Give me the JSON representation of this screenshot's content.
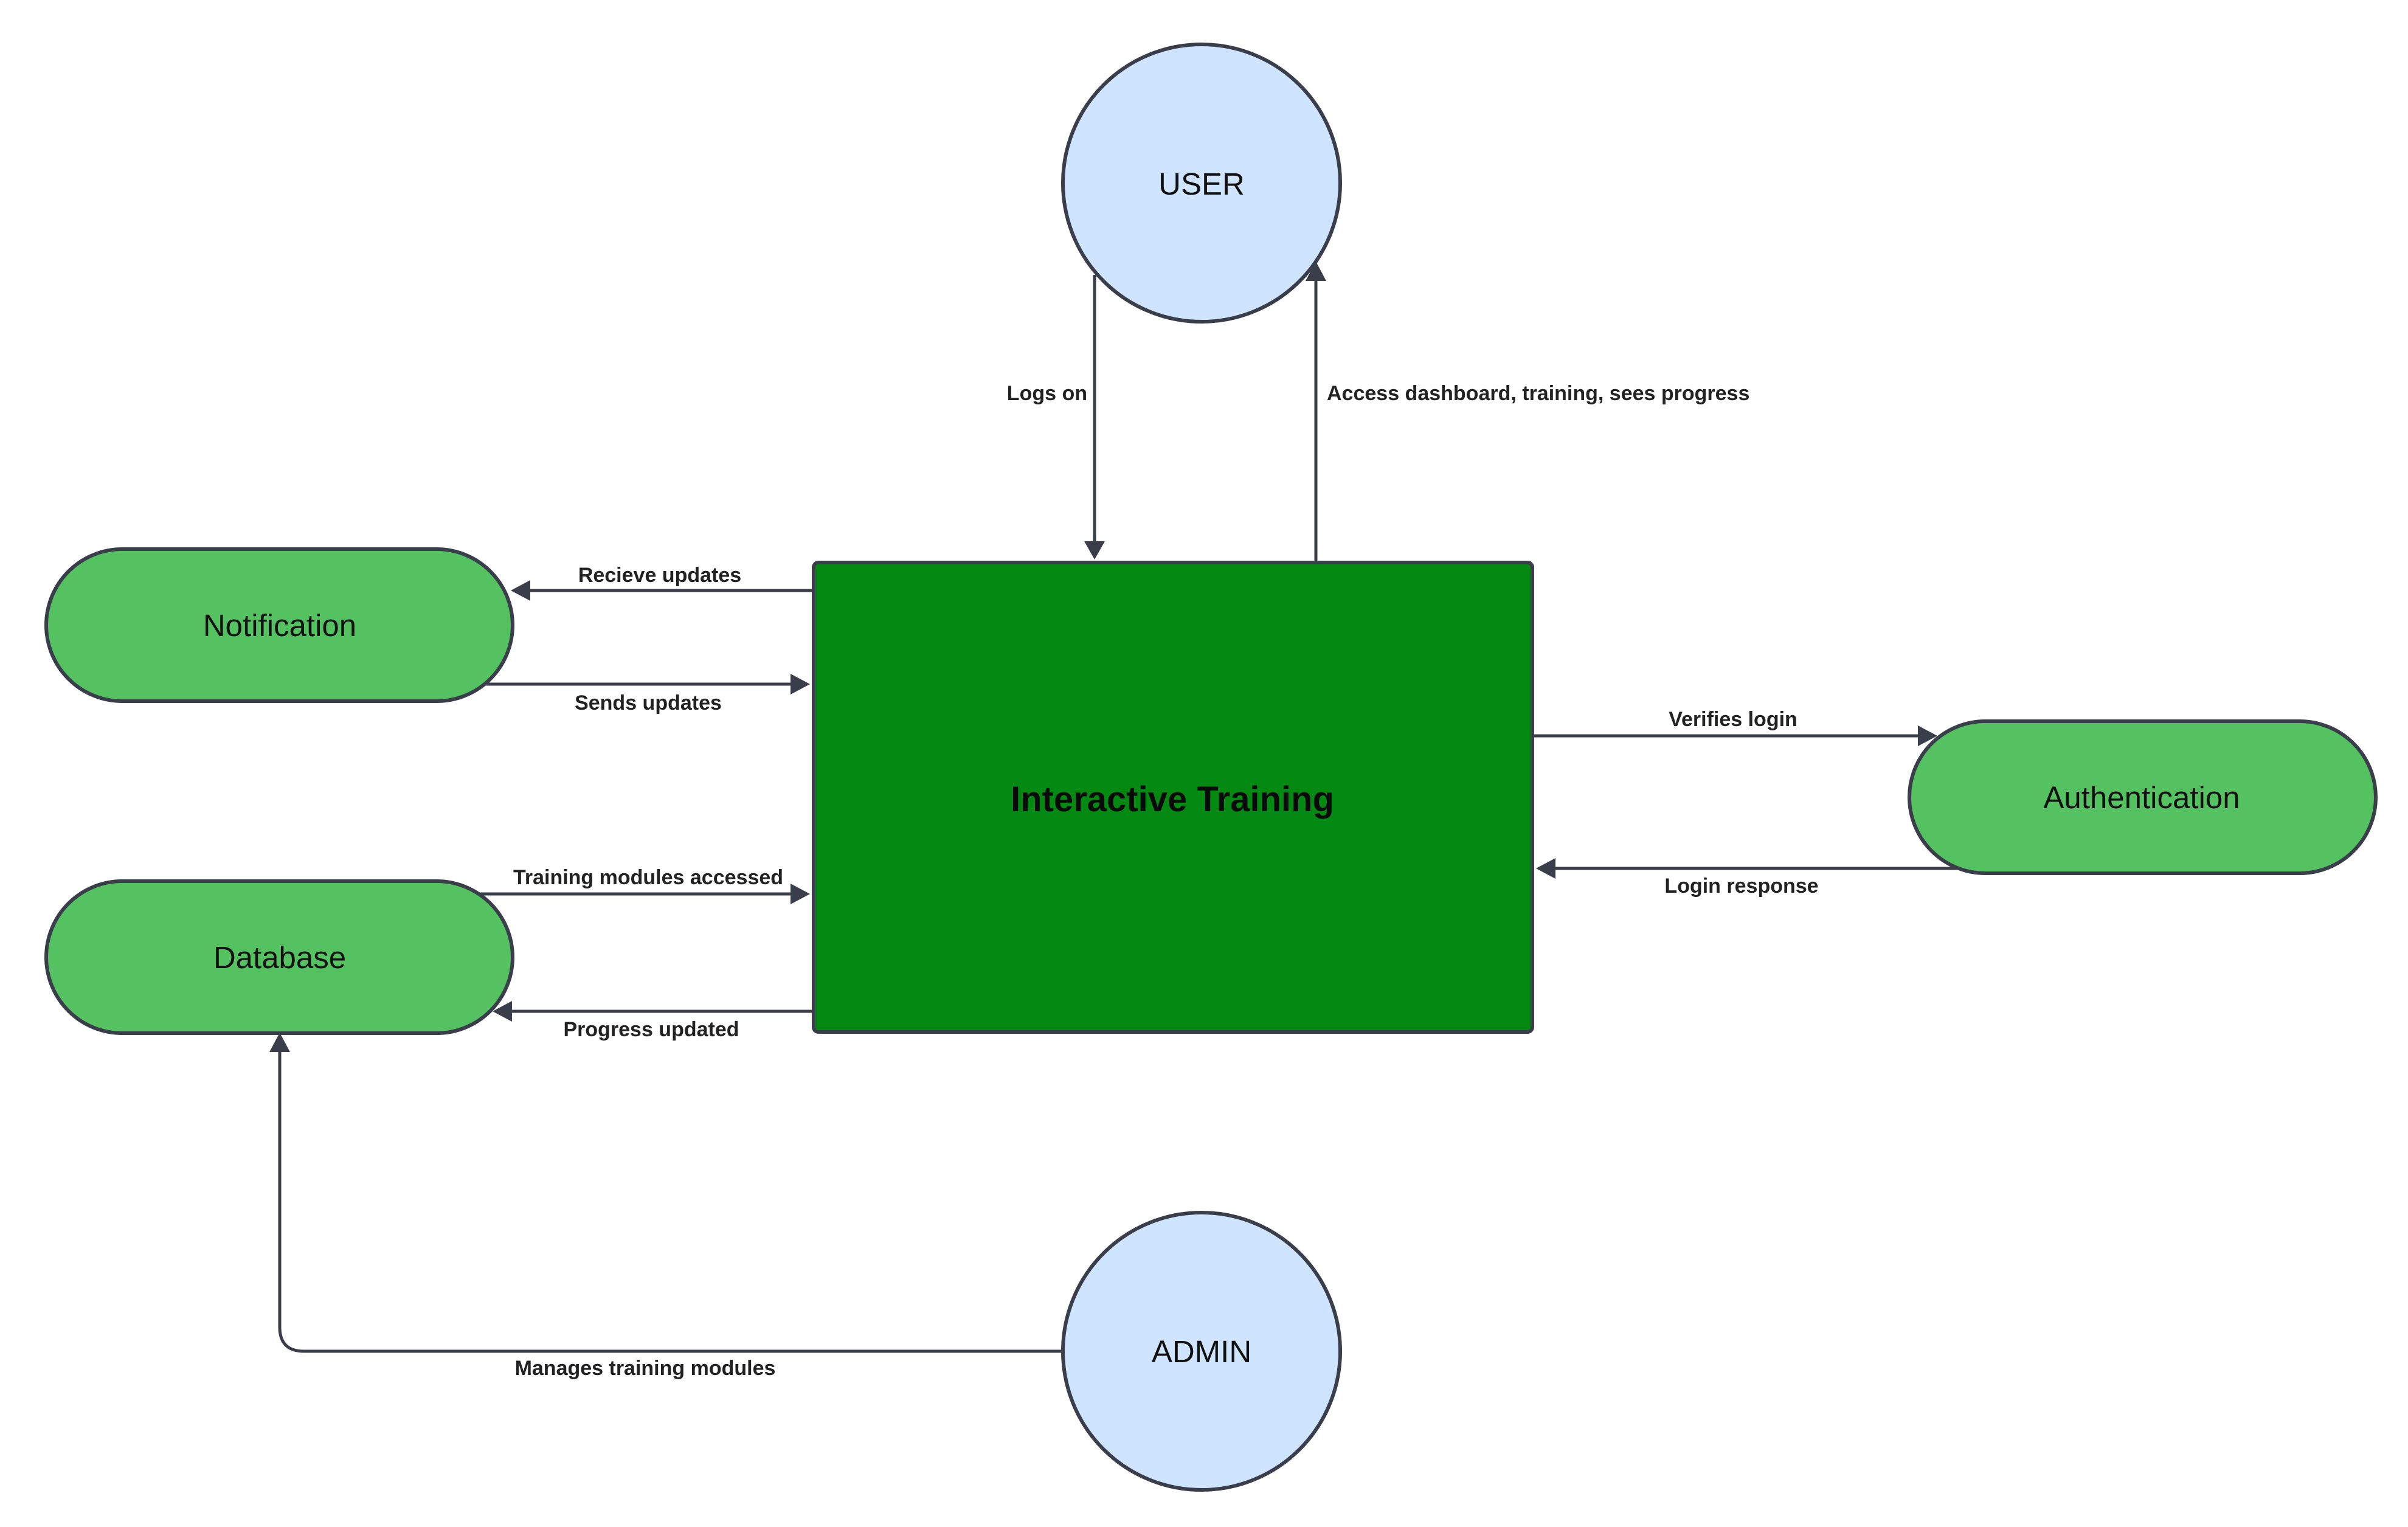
{
  "nodes": {
    "user": {
      "label": "USER"
    },
    "admin": {
      "label": "ADMIN"
    },
    "notification": {
      "label": "Notification"
    },
    "database": {
      "label": "Database"
    },
    "authentication": {
      "label": "Authentication"
    },
    "interactive_training": {
      "label": "Interactive Training"
    }
  },
  "edges": {
    "logs_on": "Logs on",
    "access_dashboard": "Access dashboard, training, sees progress",
    "recieve_updates": "Recieve updates",
    "sends_updates": "Sends updates",
    "verifies_login": "Verifies login",
    "login_response": "Login response",
    "training_modules_accessed": "Training modules accessed",
    "progress_updated": "Progress updated",
    "manages_training_modules": "Manages training modules"
  },
  "colors": {
    "process_fill": "#048a12",
    "store_fill": "#54c261",
    "entity_fill": "#cfe4ff",
    "stroke": "#3a3d4a"
  }
}
